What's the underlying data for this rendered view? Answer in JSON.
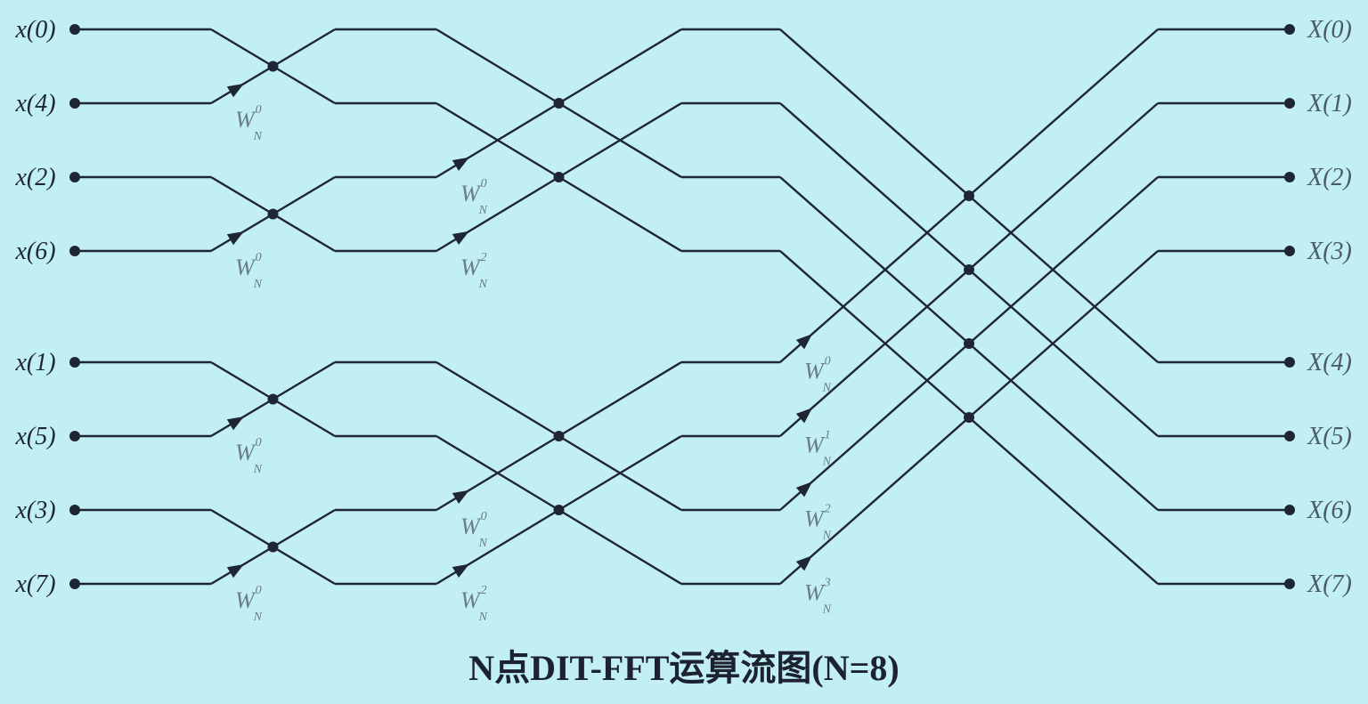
{
  "title": "N点DIT-FFT运算流图(N=8)",
  "inputs": [
    "x(0)",
    "x(4)",
    "x(2)",
    "x(6)",
    "x(1)",
    "x(5)",
    "x(3)",
    "x(7)"
  ],
  "outputs": [
    "X(0)",
    "X(1)",
    "X(2)",
    "X(3)",
    "X(4)",
    "X(5)",
    "X(6)",
    "X(7)"
  ],
  "twiddle_base": "W",
  "twiddle_sub": "N",
  "stages": [
    {
      "twiddle_exponents": [
        "0",
        "0",
        "0",
        "0"
      ]
    },
    {
      "twiddle_exponents": [
        "0",
        "2",
        "0",
        "2"
      ]
    },
    {
      "twiddle_exponents": [
        "0",
        "1",
        "2",
        "3"
      ]
    }
  ],
  "colors": {
    "background": "#c2eff4",
    "line": "#1f2633",
    "label": "#6a7c86"
  }
}
